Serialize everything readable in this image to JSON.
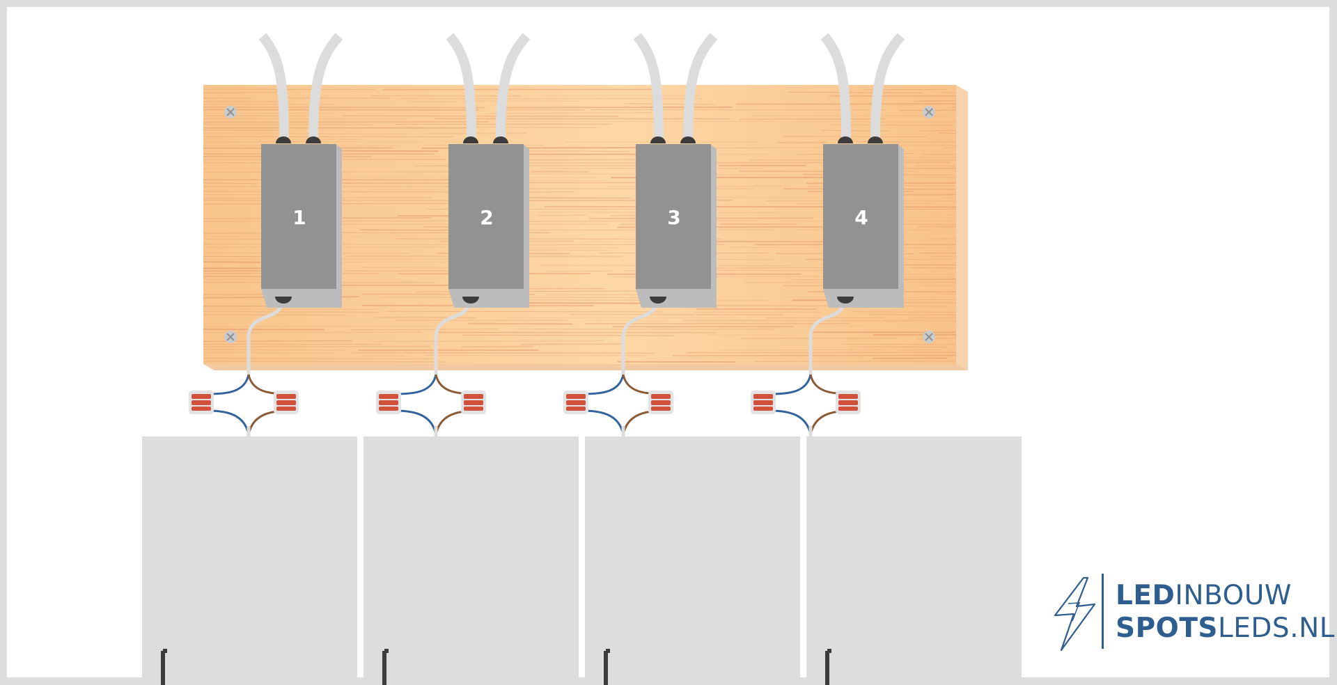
{
  "diagram": {
    "drivers": [
      {
        "label": "1"
      },
      {
        "label": "2"
      },
      {
        "label": "3"
      },
      {
        "label": "4"
      }
    ],
    "cabinet_count": 4
  },
  "logo": {
    "line1_bold": "LED",
    "line1_light": "INBOUW",
    "line2_bold": "SPOTS",
    "line2_light": "LEDS.NL",
    "brand_color": "#2e5d8f"
  },
  "colors": {
    "background": "#dcdedd",
    "panel": "#ffffff",
    "wood": "#fbd2a0",
    "wood_grain": "#e9a173",
    "driver": "#929292",
    "driver_side": "#bcbcbc",
    "cable": "#dcdcdc",
    "cabinet": "#dcdedd",
    "wire_blue": "#33639d",
    "wire_brown": "#8b5a35",
    "connector": "#d2513a"
  }
}
